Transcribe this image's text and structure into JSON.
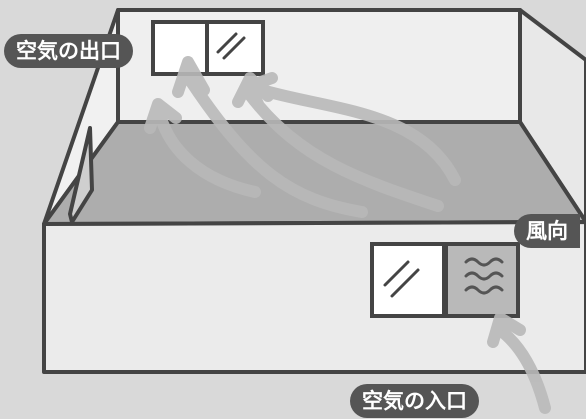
{
  "labels": {
    "air_outlet": "空気の出口",
    "wind_direction": "風向",
    "air_inlet": "空気の入口"
  },
  "colors": {
    "background": "#d9d9d9",
    "wall": "#efefef",
    "floor": "#adadad",
    "outline": "#444444",
    "arrow": "#b9b9b9",
    "label_bg": "#555555",
    "label_text": "#ffffff"
  }
}
